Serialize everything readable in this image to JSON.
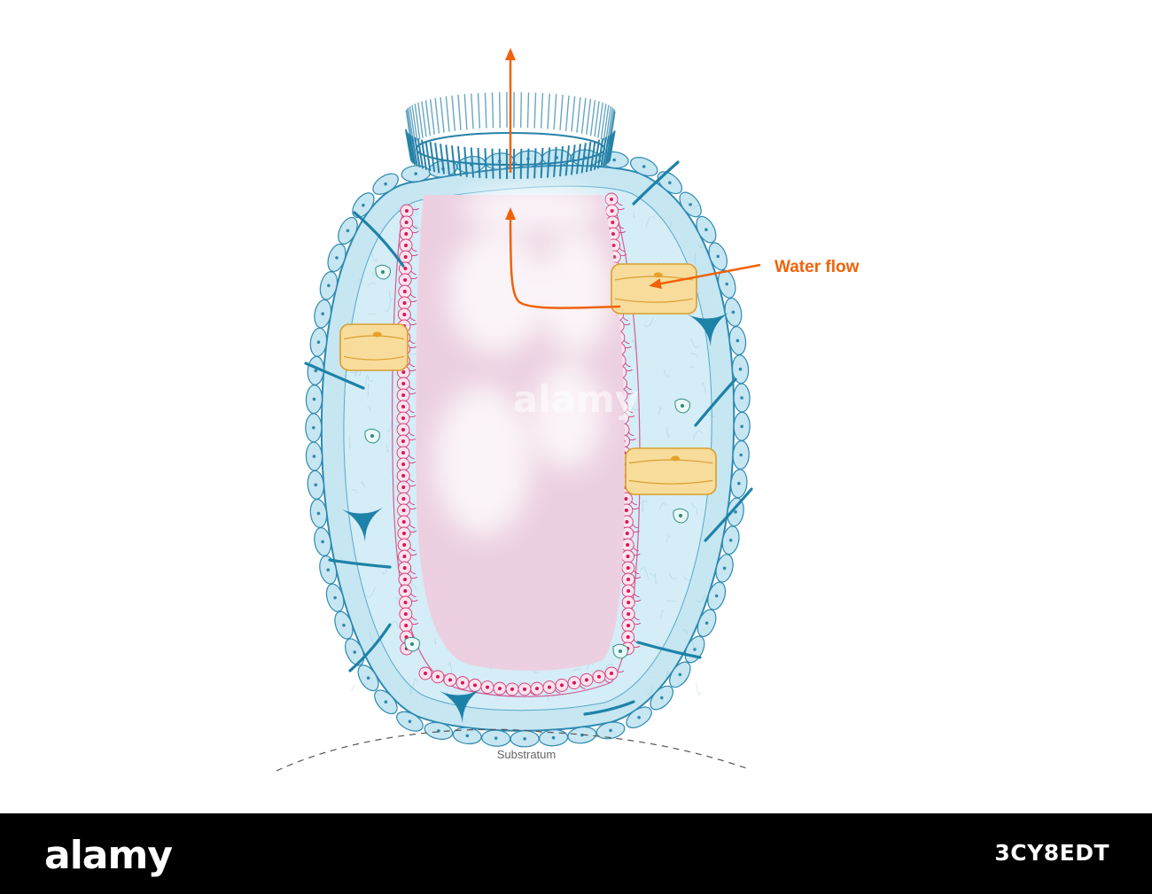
{
  "labels": {
    "water_flow": "Water flow",
    "substratum": "Substratum"
  },
  "watermark": {
    "text": "alamy"
  },
  "footer": {
    "brand": "alamy",
    "image_id": "3CY8EDT"
  },
  "colors": {
    "arrow": "#f0620a",
    "outer_epidermis_fill": "#c6e6f2",
    "outer_epidermis_stroke": "#2e8ab1",
    "mesohyl": "#d4edf6",
    "spicule": "#1e82a8",
    "choanocyte_fill": "#fbe3ec",
    "choanocyte_stroke": "#d63a7c",
    "choanocyte_nucleus": "#d8145a",
    "spongocoel": "#ecd0e1",
    "porocyte": "#f8dc9c",
    "porocyte_stroke": "#d99e2e",
    "osculum": "#2782a8",
    "footer_bg": "#000000"
  }
}
